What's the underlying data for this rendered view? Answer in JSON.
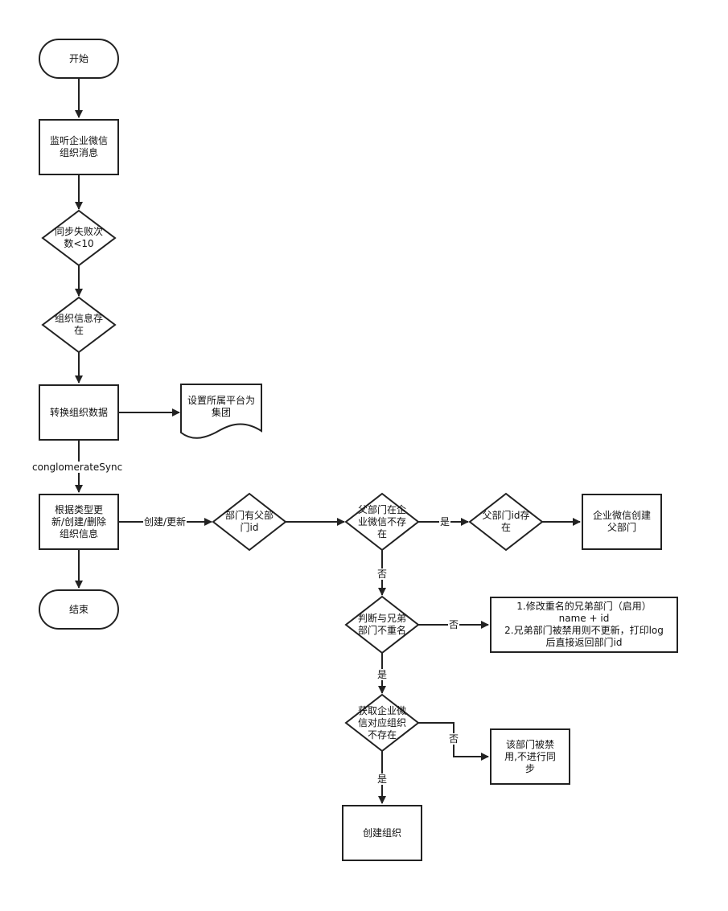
{
  "nodes": {
    "start": "开始",
    "listen": "监听企业微信\n组织消息",
    "retry_check": "同步失败次\n数<10",
    "org_exists": "组织信息存\n在",
    "convert": "转换组织数据",
    "set_platform": "设置所属平台为\n集团",
    "by_type": "根据类型更\n新/创建/删除\n组织信息",
    "end": "结束",
    "has_parent": "部门有父部\n门id",
    "parent_missing": "父部门在企\n业微信不存\n在",
    "parent_id_exists": "父部门id存\n在",
    "create_parent": "企业微信创建\n父部门",
    "sibling_check": "判断与兄弟\n部门不重名",
    "rename_note": "1.修改重名的兄弟部门（启用）\nname + id\n2.兄弟部门被禁用则不更新，打印log\n后直接返回部门id",
    "get_org_missing": "获取企业微\n信对应组织\n不存在",
    "disabled_note": "该部门被禁\n用,不进行同\n步",
    "create_org": "创建组织"
  },
  "edge_labels": {
    "sync": "conglomerateSync",
    "create_update": "创建/更新",
    "yes_parent": "是",
    "no_parent": "否",
    "no_sibling": "否",
    "yes_sibling": "是",
    "no_get": "否",
    "yes_get": "是"
  },
  "colors": {
    "stroke": "#222222",
    "fill": "#ffffff"
  }
}
